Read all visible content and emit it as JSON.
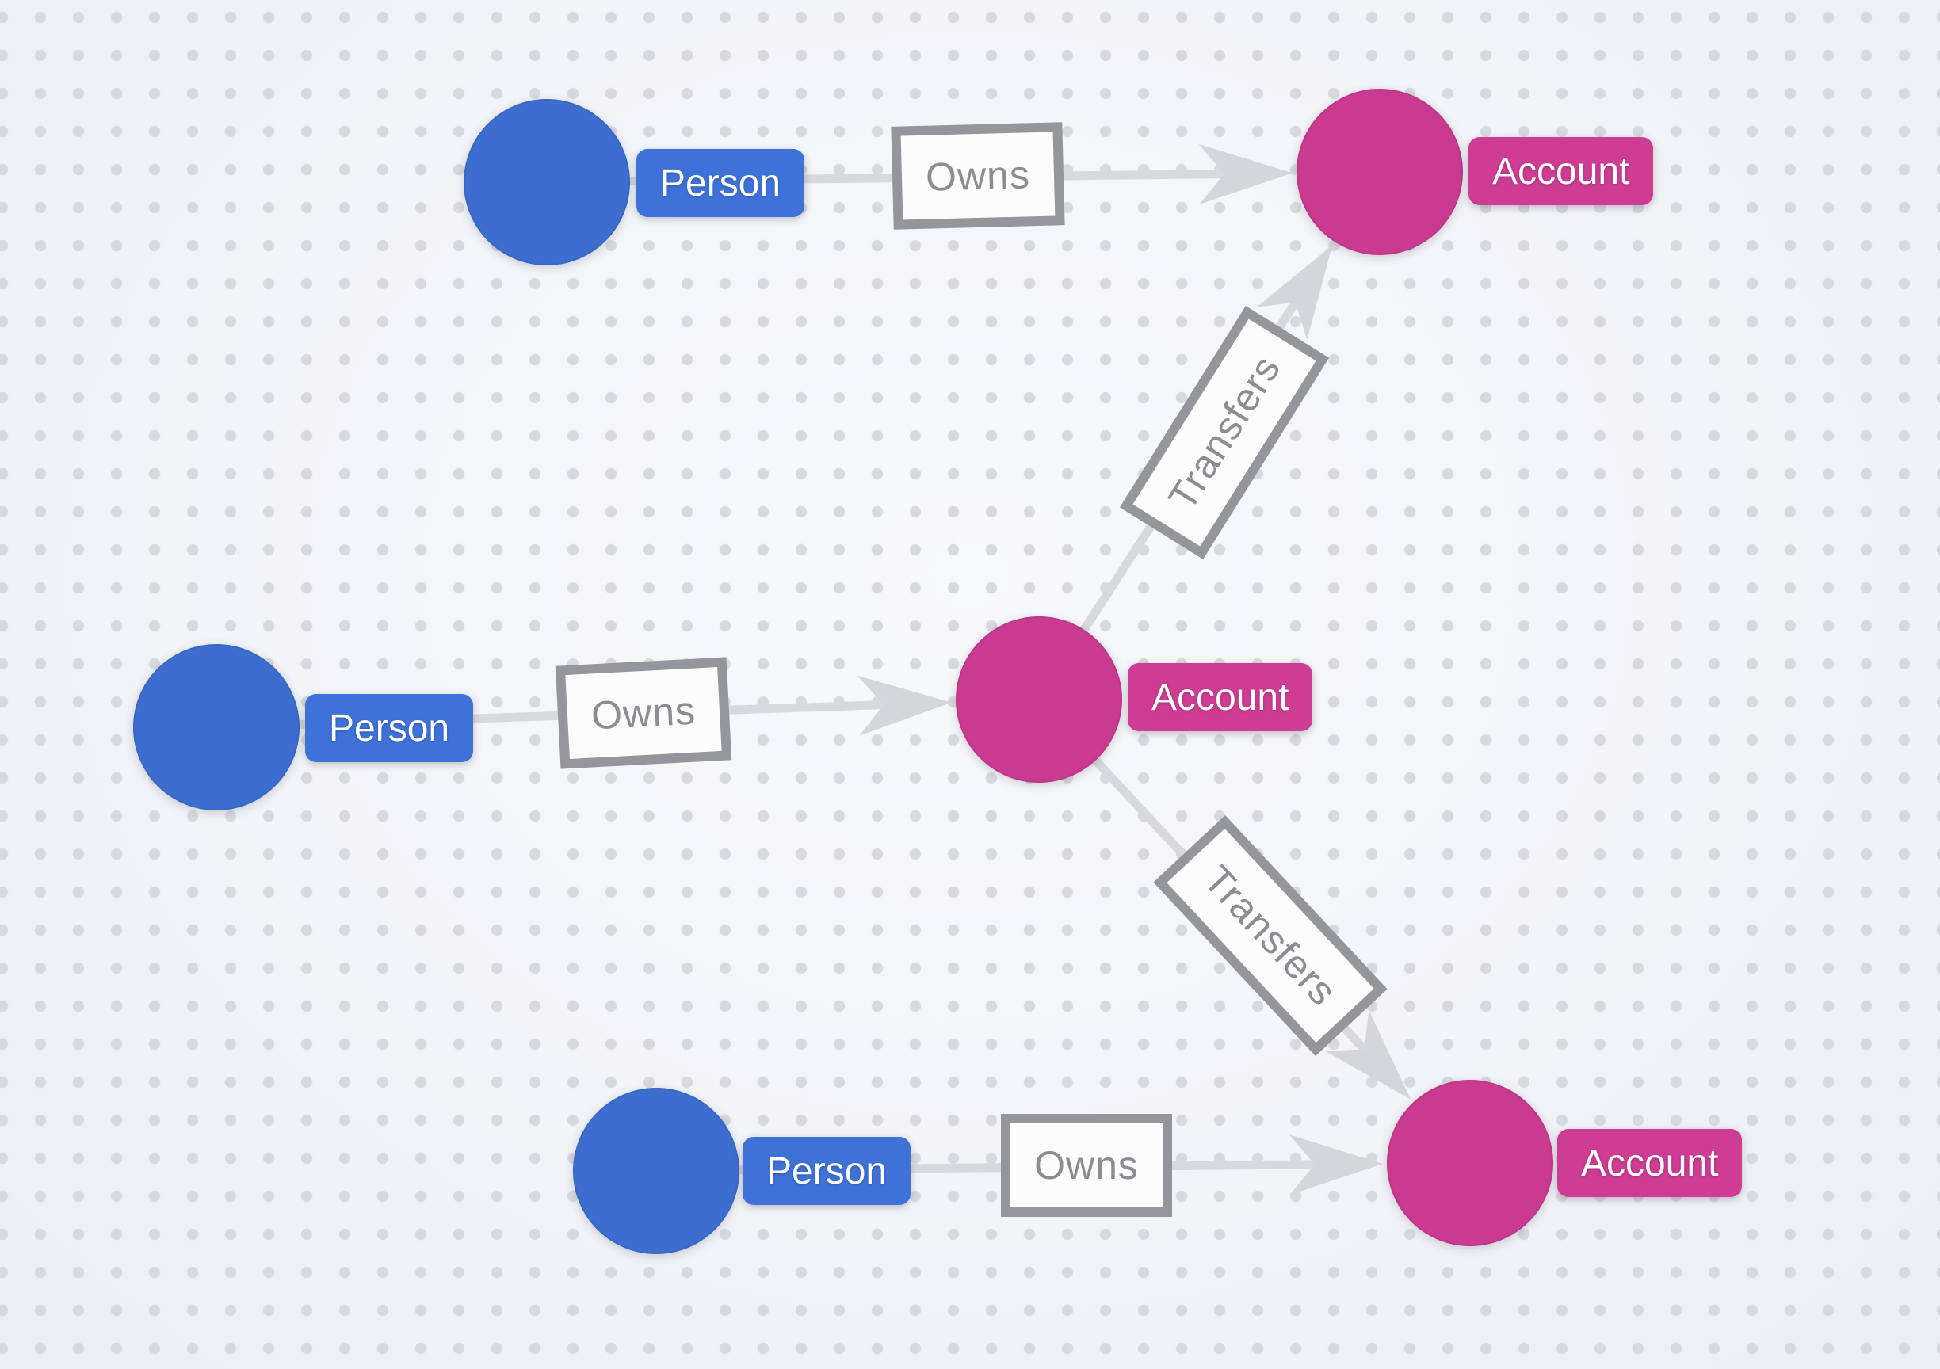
{
  "canvas": {
    "tool": "graph-model-canvas",
    "background_color": "#f3f4f7",
    "dot_color": "#d7d9dd",
    "edge_color": "#d8d9dd",
    "relationship_border_color": "#95969c",
    "relationship_text_color": "#8b8d93",
    "person_color": "#3c6ed0",
    "account_color": "#c93a90"
  },
  "graph": {
    "nodes": [
      {
        "id": "person-1",
        "label": "Person",
        "kind": "person"
      },
      {
        "id": "person-2",
        "label": "Person",
        "kind": "person"
      },
      {
        "id": "person-3",
        "label": "Person",
        "kind": "person"
      },
      {
        "id": "account-1",
        "label": "Account",
        "kind": "account"
      },
      {
        "id": "account-2",
        "label": "Account",
        "kind": "account"
      },
      {
        "id": "account-3",
        "label": "Account",
        "kind": "account"
      }
    ],
    "relationships": [
      {
        "id": "owns-1",
        "label": "Owns",
        "from": "person-1",
        "to": "account-1"
      },
      {
        "id": "transfers-1",
        "label": "Transfers",
        "from": "account-2",
        "to": "account-1"
      },
      {
        "id": "owns-2",
        "label": "Owns",
        "from": "person-2",
        "to": "account-2"
      },
      {
        "id": "transfers-2",
        "label": "Transfers",
        "from": "account-2",
        "to": "account-3"
      },
      {
        "id": "owns-3",
        "label": "Owns",
        "from": "person-3",
        "to": "account-3"
      }
    ]
  }
}
